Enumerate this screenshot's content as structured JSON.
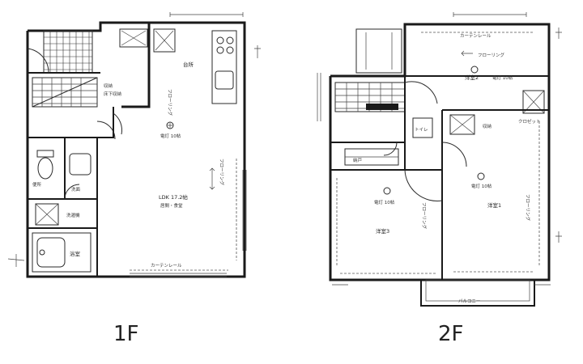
{
  "floors": {
    "first": {
      "label": "1F",
      "rooms": {
        "ldk": {
          "name": "LDK 17.2帖",
          "sub": "居間・食堂",
          "floor": "フローリング",
          "outlet": "電灯 10帖"
        },
        "kitchen": {
          "name": "台所",
          "floor": "フローリング"
        },
        "storage": {
          "name": "収納",
          "sub": "床下収納"
        },
        "toilet": {
          "name": "便所"
        },
        "washroom": {
          "name": "洗面",
          "sub": "洗濯機"
        },
        "bath": {
          "name": "浴室"
        }
      },
      "curtain_rail": "カーテンレール"
    },
    "second": {
      "label": "2F",
      "rooms": {
        "room1": {
          "name": "洋室1",
          "floor": "フローリング",
          "outlet": "電灯 10帖"
        },
        "room2": {
          "name": "洋室2",
          "floor": "フローリング",
          "outlet": "電灯 10帖"
        },
        "room3": {
          "name": "洋室3",
          "floor": "フローリング",
          "outlet": "電灯 10帖"
        },
        "closet1": {
          "name": "納戸"
        },
        "closet2": {
          "name": "クロゼット"
        },
        "closet3": {
          "name": "収納"
        },
        "wc": {
          "name": "トイレ"
        }
      },
      "curtain_rail": "カーテンレール",
      "balcony": "バルコニー"
    }
  }
}
